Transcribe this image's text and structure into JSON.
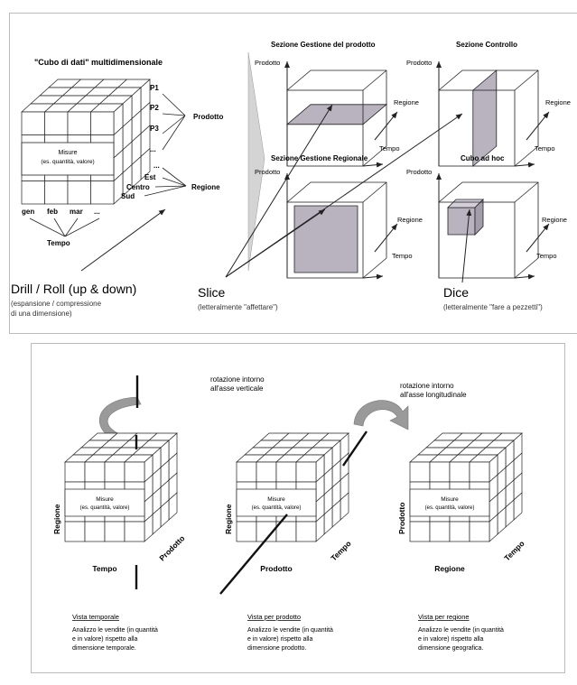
{
  "top": {
    "cube_title": "\"Cubo di dati\" multidimensionale",
    "p_labels": [
      "P1",
      "P2",
      "P3",
      "..."
    ],
    "prodotto": "Prodotto",
    "dots": "...",
    "est": "Est",
    "centro": "Centro",
    "sud": "Sud",
    "regione": "Regione",
    "measures_line1": "Misure",
    "measures_line2": "(es. quantità, valore)",
    "months": [
      "gen",
      "feb",
      "mar",
      "..."
    ],
    "tempo": "Tempo",
    "drill_title": "Drill / Roll (up & down)",
    "drill_sub1": "(espansione / compressione",
    "drill_sub2": "di una dimensione)",
    "slice_title": "Slice",
    "slice_sub": "(letteralmente \"affettare\")",
    "dice_title": "Dice",
    "dice_sub": "(letteralmente \"fare a pezzetti\")",
    "sections": [
      {
        "title": "Sezione Gestione del prodotto",
        "y_label": "Prodotto",
        "r_label": "Regione",
        "x_label": "Tempo"
      },
      {
        "title": "Sezione Controllo",
        "y_label": "Prodotto",
        "r_label": "Regione",
        "x_label": "Tempo"
      },
      {
        "title": "Sezione Gestione Regionale",
        "y_label": "Prodotto",
        "r_label": "Regione",
        "x_label": "Tempo"
      },
      {
        "title": "Cubo ad hoc",
        "y_label": "Prodotto",
        "r_label": "Regione",
        "x_label": "Tempo"
      }
    ]
  },
  "bottom": {
    "rot_vertical": [
      "rotazione intorno",
      "all'asse verticale"
    ],
    "rot_longitudinal": [
      "rotazione intorno",
      "all'asse longitudinale"
    ],
    "cubes": [
      {
        "left_label": "Regione",
        "bottom_label": "Tempo",
        "diag_label": "Prodotto",
        "m1": "Misure",
        "m2": "(es. quantità, valore)"
      },
      {
        "left_label": "Regione",
        "bottom_label": "Prodotto",
        "diag_label": "Tempo",
        "m1": "Misure",
        "m2": "(es. quantità, valore)"
      },
      {
        "left_label": "Prodotto",
        "bottom_label": "Regione",
        "diag_label": "Tempo",
        "m1": "Misure",
        "m2": "(es. quantità, valore)"
      }
    ],
    "views": [
      {
        "title": "Vista temporale",
        "lines": [
          "Analizzo le vendite (in quantità",
          "e in valore) rispetto alla",
          "dimensione temporale."
        ]
      },
      {
        "title": "Vista per prodotto",
        "lines": [
          "Analizzo le vendite (in quantità",
          "e in valore) rispetto alla",
          "dimensione prodotto."
        ]
      },
      {
        "title": "Vista per regione",
        "lines": [
          "Analizzo le vendite (in quantità",
          "e in valore) rispetto alla",
          "dimensione geografica."
        ]
      }
    ]
  }
}
